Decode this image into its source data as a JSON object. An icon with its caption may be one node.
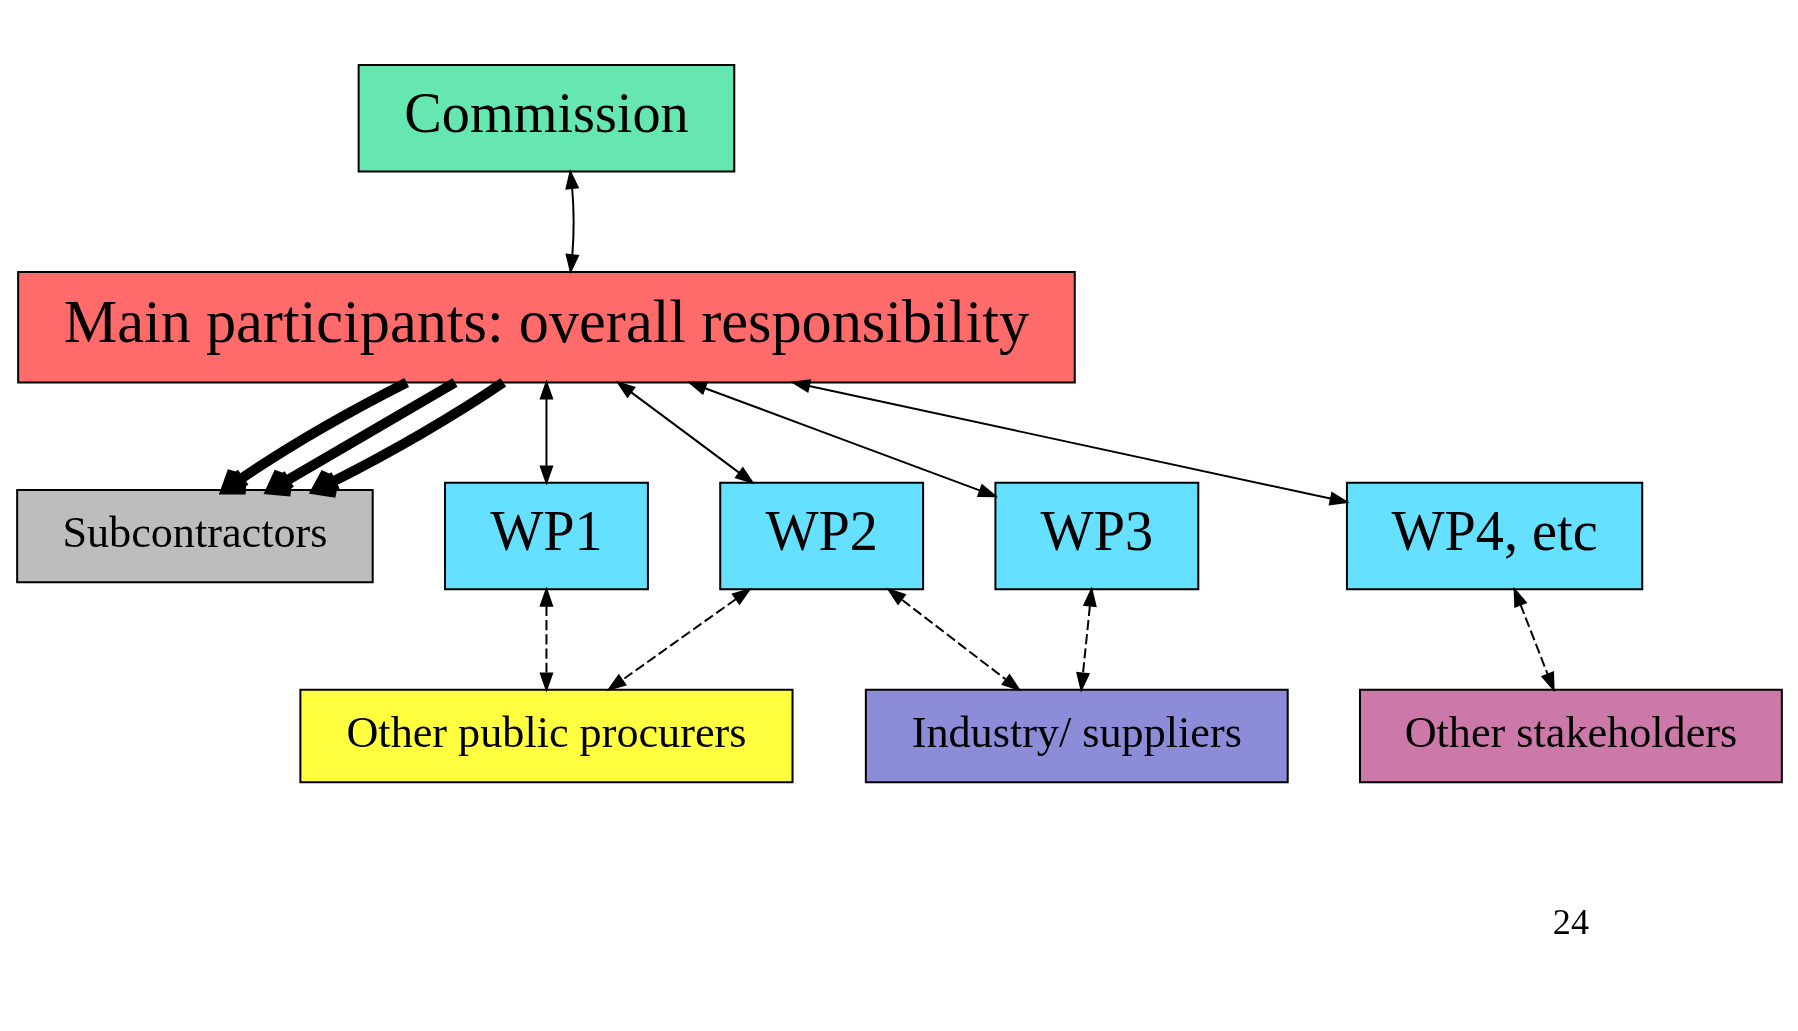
{
  "diagram": {
    "nodes": [
      {
        "text": [
          "Commission"
        ]
      },
      {
        "text": [
          "Main participants: overall responsibility"
        ]
      },
      {
        "text": [
          "Subcontractors"
        ]
      },
      {
        "text": [
          "WP1"
        ]
      },
      {
        "text": [
          "WP2"
        ]
      },
      {
        "text": [
          "WP3"
        ]
      },
      {
        "text": [
          "WP4, etc"
        ]
      },
      {
        "text": [
          "Other public procurers"
        ]
      },
      {
        "text": [
          "Industry/ suppliers"
        ]
      },
      {
        "text": [
          "Other stakeholders"
        ]
      }
    ],
    "edges": [
      {
        "from": 1,
        "to": 0,
        "arrow": "both"
      },
      {
        "from": 1,
        "to": 2,
        "arrow": "to",
        "style": "thick"
      },
      {
        "from": 1,
        "to": 2,
        "arrow": "to",
        "style": "thick"
      },
      {
        "from": 1,
        "to": 2,
        "arrow": "to",
        "style": "thick"
      },
      {
        "from": 1,
        "to": 3,
        "arrow": "both"
      },
      {
        "from": 1,
        "to": 4,
        "arrow": "both"
      },
      {
        "from": 1,
        "to": 5,
        "arrow": "both"
      },
      {
        "from": 1,
        "to": 6,
        "arrow": "both"
      },
      {
        "from": 3,
        "to": 7,
        "arrow": "both",
        "style": "dashed"
      },
      {
        "from": 4,
        "to": 7,
        "arrow": "both",
        "style": "dashed"
      },
      {
        "from": 4,
        "to": 8,
        "arrow": "both",
        "style": "dashed"
      },
      {
        "from": 5,
        "to": 8,
        "arrow": "both",
        "style": "dashed"
      },
      {
        "from": 6,
        "to": 9,
        "arrow": "both",
        "style": "dashed"
      }
    ],
    "labels": [
      "24"
    ]
  }
}
